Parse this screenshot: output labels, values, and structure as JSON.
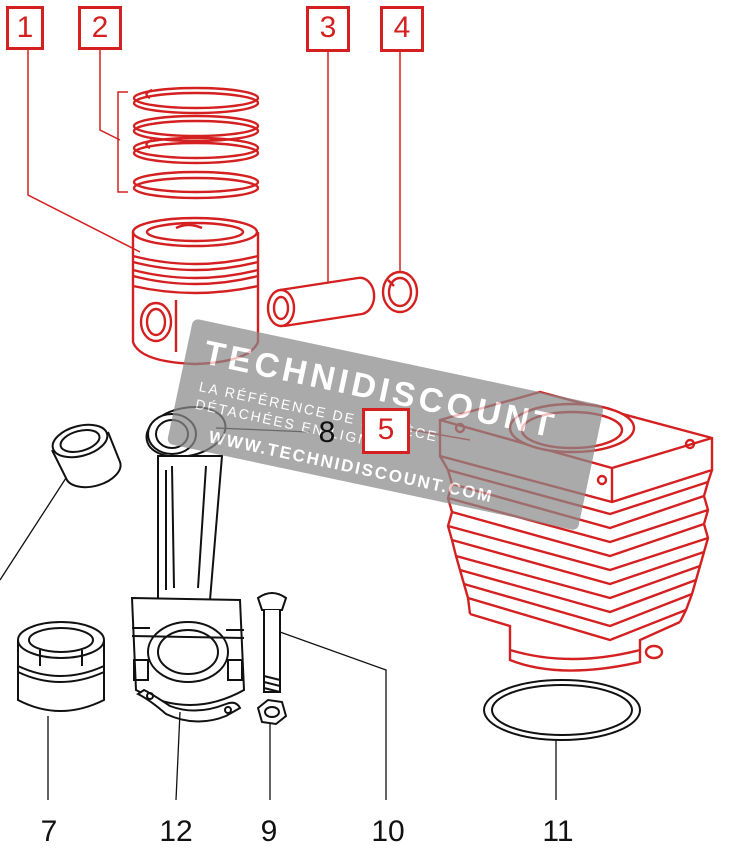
{
  "colors": {
    "highlight": "#d42020",
    "ink": "#111111",
    "watermark": "#8a8a8a"
  },
  "labels": {
    "callout_1": "1",
    "callout_2": "2",
    "callout_3": "3",
    "callout_4": "4",
    "callout_5": "5",
    "callout_7": "7",
    "callout_8": "8",
    "callout_9": "9",
    "callout_10": "10",
    "callout_11": "11",
    "callout_12": "12"
  },
  "watermark": {
    "brand": "TECHNIDISCOUNT",
    "tagline_1": "LA RÉFÉRENCE DE LA PIÈCE",
    "tagline_2": "DÉTACHÉES EN LIGNE",
    "url": "WWW.TECHNIDISCOUNT.COM"
  }
}
